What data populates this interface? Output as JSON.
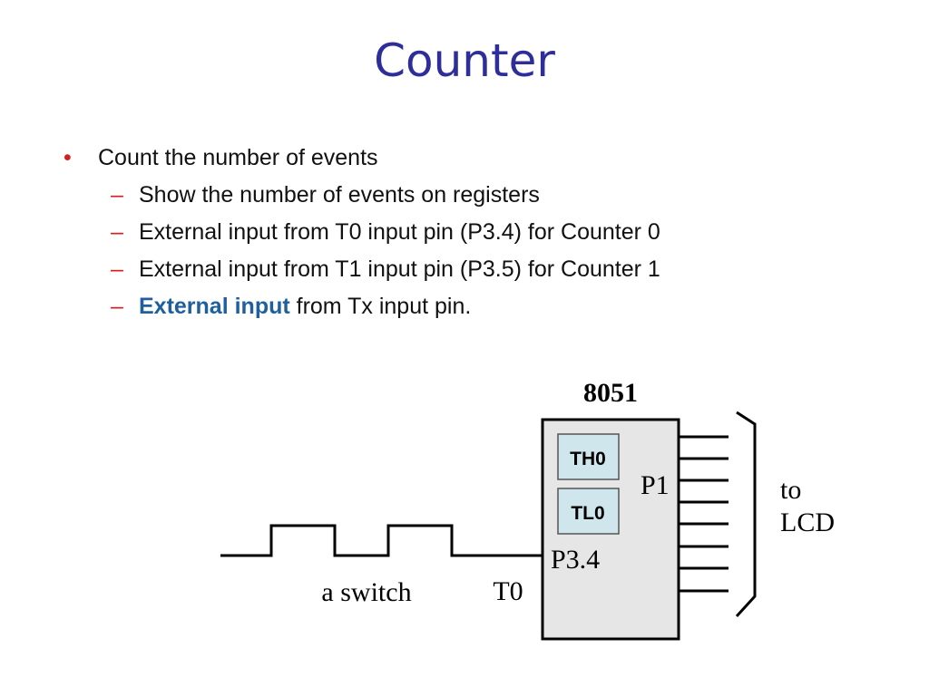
{
  "slide": {
    "title": "Counter",
    "bullet": {
      "marker": "•",
      "text": "Count the number of events"
    },
    "sub_marker": "–",
    "sub_bullets": [
      {
        "text": "Show the number of events on registers"
      },
      {
        "text": "External input from T0 input pin (P3.4) for Counter 0"
      },
      {
        "text": "External input from T1 input pin (P3.5) for Counter 1"
      },
      {
        "highlight": "External input",
        "text": " from Tx input pin."
      }
    ]
  },
  "diagram": {
    "chip_label": "8051",
    "registers": [
      "TH0",
      "TL0"
    ],
    "port_p1": "P1",
    "port_p34": "P3.4",
    "pin_t0": "T0",
    "switch_label": "a switch",
    "lcd_label_line1": "to",
    "lcd_label_line2": "LCD",
    "colors": {
      "chip_fill": "#e6e6e6",
      "register_fill": "#cfe6ec",
      "title": "#2e2e9a",
      "bullet_marker": "#d42020",
      "highlight": "#1f5f9e"
    }
  }
}
